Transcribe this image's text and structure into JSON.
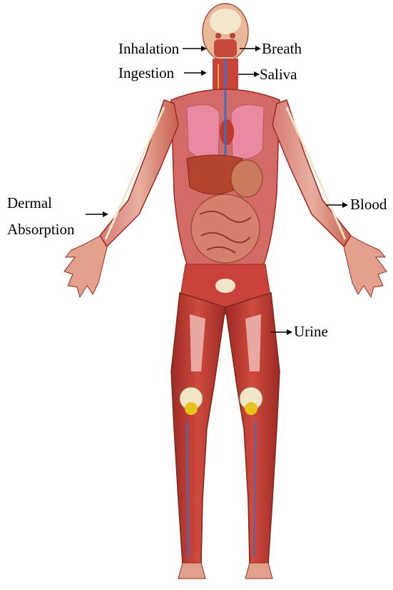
{
  "labels": {
    "inhalation": "Inhalation",
    "breath": "Breath",
    "ingestion": "Ingestion",
    "saliva": "Saliva",
    "dermal_line1": "Dermal",
    "dermal_line2": "Absorption",
    "blood": "Blood",
    "urine": "Urine"
  },
  "colors": {
    "muscle": "#c8423a",
    "muscle_dark": "#9c2a25",
    "skin_pink": "#e9a0a6",
    "lung": "#e98aa0",
    "liver": "#b5442e",
    "intestine": "#d4806c",
    "bone": "#f1e6c8",
    "knee_yellow": "#e8c21b",
    "vessel_blue": "#3a6fc4",
    "text": "#000000"
  }
}
